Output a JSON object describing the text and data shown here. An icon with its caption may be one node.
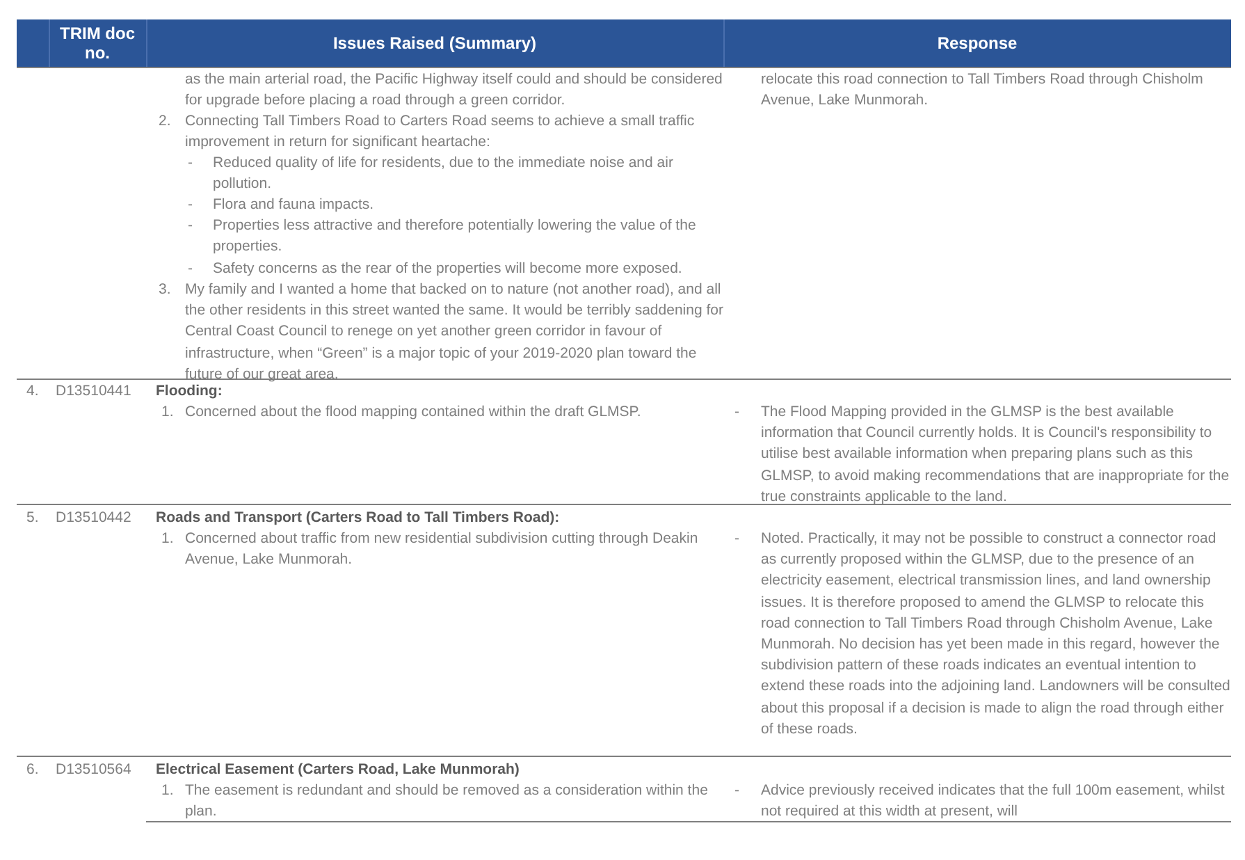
{
  "diagram": {
    "labels": [
      "TRIM doc no.",
      "Issues Raised (Summary)",
      "Response",
      "as the main arterial road, the Pacific Highway itself could and should be considered for upgrade before placing a road through a green corridor.",
      "2.",
      "Connecting Tall Timbers Road to Carters Road seems to achieve a small traffic improvement in return for significant heartache:",
      "-",
      "Reduced quality of life for residents, due to the immediate noise and air pollution.",
      "-",
      "Flora and fauna impacts.",
      "-",
      "Properties less attractive and therefore potentially lowering the value of the properties.",
      "-",
      "Safety concerns as the rear of the properties will become more exposed.",
      "3.",
      "My family and I wanted a home that backed on to nature (not another road), and all the other residents in this street wanted the same. It would be terribly saddening for Central Coast Council to renege on yet another green corridor in favour of infrastructure, when “Green” is a major topic of your 2019-2020 plan toward the future of our great area.",
      "relocate this road connection to Tall Timbers Road through Chisholm Avenue, Lake Munmorah.",
      "4.",
      "D13510441",
      "Flooding:",
      "1.",
      "Concerned about the flood mapping contained within the draft GLMSP.",
      "-",
      "The Flood Mapping provided in the GLMSP is the best available information that Council currently holds. It is Council's responsibility to utilise best available information when preparing plans such as this GLMSP, to avoid making recommendations that are inappropriate for the true constraints applicable to the land.",
      "5.",
      "D13510442",
      "Roads and Transport (Carters Road to Tall Timbers Road):",
      "1.",
      "Concerned about traffic from new residential subdivision cutting through Deakin Avenue, Lake Munmorah.",
      "-",
      "Noted. Practically, it may not be possible to construct a connector road as currently proposed within the GLMSP, due to the presence of an electricity easement, electrical transmission lines, and land ownership issues. It is therefore proposed to amend the GLMSP to relocate this road connection to Tall Timbers Road through Chisholm Avenue, Lake Munmorah. No decision has yet been made in this regard, however the subdivision pattern of these roads indicates an eventual intention to extend these roads into the adjoining land. Landowners will be consulted about this proposal if a decision is made to align the road through either of these roads.",
      "6.",
      "D13510564",
      "Electrical Easement (Carters Road, Lake Munmorah)",
      "1.",
      "The easement is redundant and should be removed as a consideration within the plan.",
      "-",
      "Advice previously received indicates that the full 100m easement, whilst not required at this width at present, will"
    ]
  }
}
